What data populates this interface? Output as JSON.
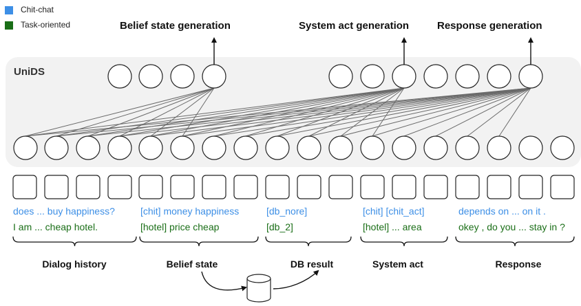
{
  "legend": [
    {
      "label": "Chit-chat",
      "color": "#3d8fe6"
    },
    {
      "label": "Task-oriented",
      "color": "#1a6e17"
    }
  ],
  "model_label": "UniDS",
  "top_titles": {
    "belief": "Belief state generation",
    "system_act": "System act generation",
    "response": "Response generation"
  },
  "segments": [
    {
      "chit": "does ... buy happiness?",
      "task": "I am ... cheap hotel.",
      "label": "Dialog history"
    },
    {
      "chit": "[chit] money happiness",
      "task": "[hotel] price cheap",
      "label": "Belief state"
    },
    {
      "chit": "[db_nore]",
      "task": "[db_2]",
      "label": "DB result"
    },
    {
      "chit": "[chit] [chit_act]",
      "task": "[hotel] ... area",
      "label": "System act"
    },
    {
      "chit": "depends on ... on it .",
      "task": "okey , do you ... stay in ?",
      "label": "Response"
    }
  ],
  "colors": {
    "chit": "#3d8fe6",
    "task": "#1a6e17",
    "panel": "#f2f2f2"
  },
  "icons": {
    "database": "database-icon"
  }
}
